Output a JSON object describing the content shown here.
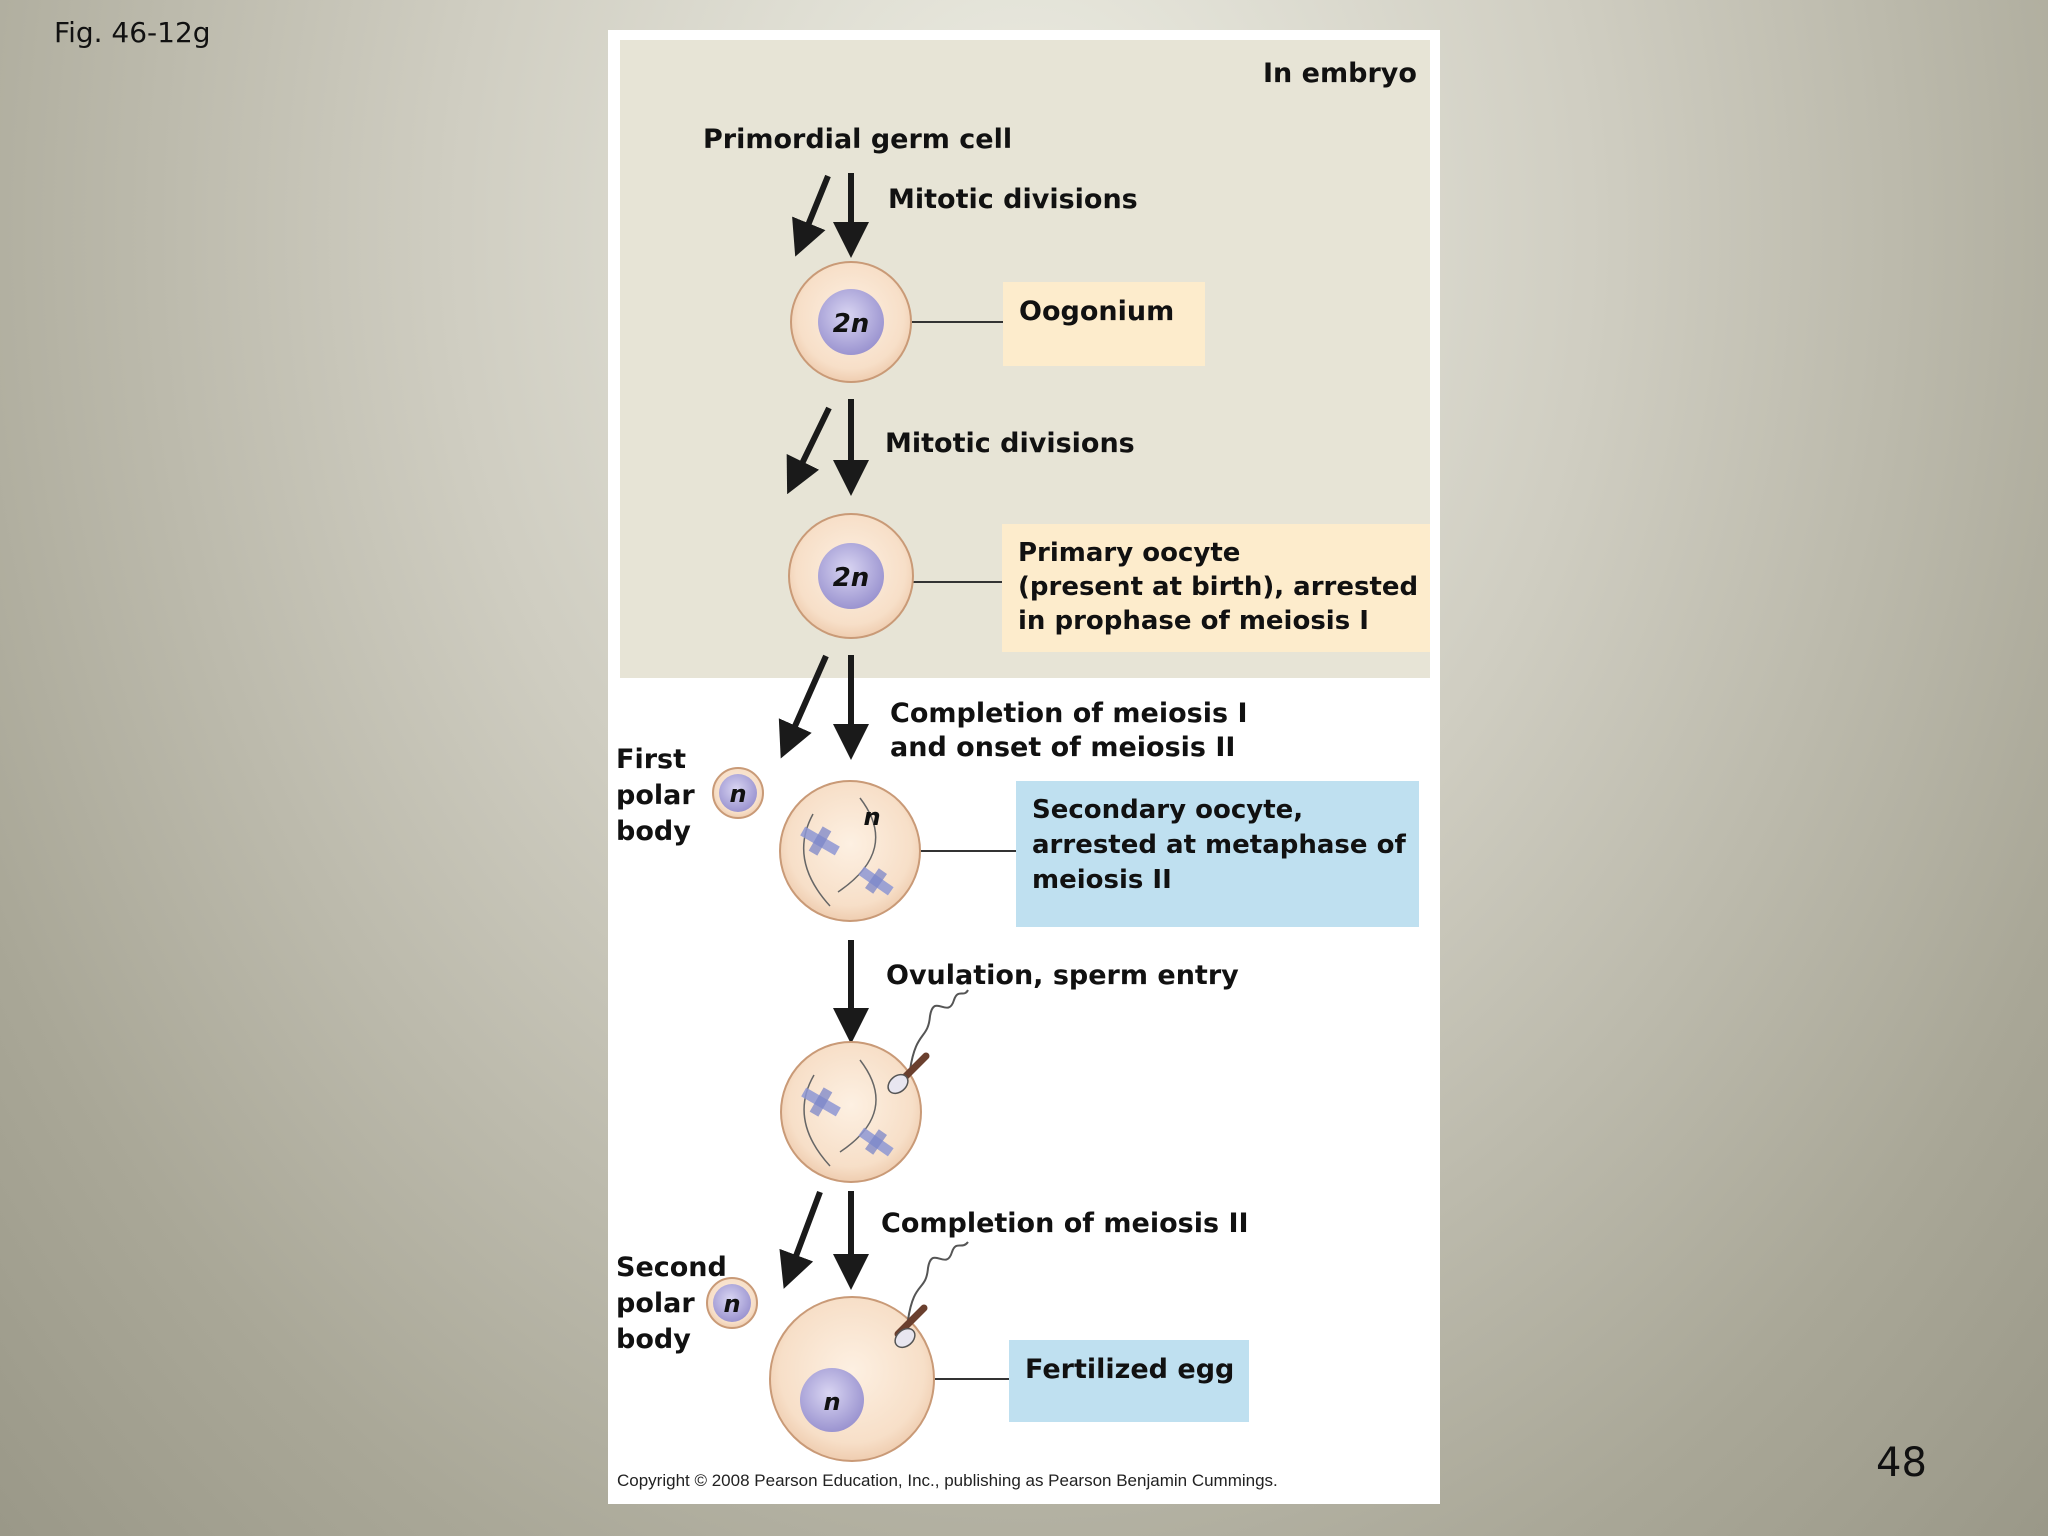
{
  "slide": {
    "label": "Fig. 46-12g",
    "page_number": "48"
  },
  "region": {
    "label": "In embryo"
  },
  "steps": {
    "germ_cell": "Primordial germ cell",
    "mitotic_1": "Mitotic divisions",
    "mitotic_2": "Mitotic divisions",
    "meiosis_line1": "Completion of meiosis I",
    "meiosis_line2": "and onset of meiosis II",
    "ovulation": "Ovulation, sperm entry",
    "meiosis_2": "Completion of meiosis II"
  },
  "labels": {
    "oogonium": "Oogonium",
    "primary_oocyte": "Primary oocyte\n(present at birth), arrested\nin prophase of meiosis I",
    "secondary_oocyte": "Secondary oocyte,\narrested at metaphase of\nmeiosis II",
    "fertilized_egg": "Fertilized egg",
    "first_polar_body": "First\npolar\nbody",
    "second_polar_body": "Second\npolar\nbody"
  },
  "ploidy": {
    "oogonium": "2n",
    "primary_oocyte": "2n",
    "first_polar_body": "n",
    "secondary_oocyte": "n",
    "second_polar_body": "n",
    "fertilized_egg": "n"
  },
  "copyright": "Copyright © 2008 Pearson Education, Inc., publishing as Pearson Benjamin Cummings.",
  "colors": {
    "embryo_bg": "#e7e4d6",
    "cell_fill": "#f8e3cf",
    "cell_stroke": "#c99a77",
    "nucleus": "#a7a1d6",
    "label_orange": "#fdeccc",
    "label_blue": "#bfe0f0"
  }
}
